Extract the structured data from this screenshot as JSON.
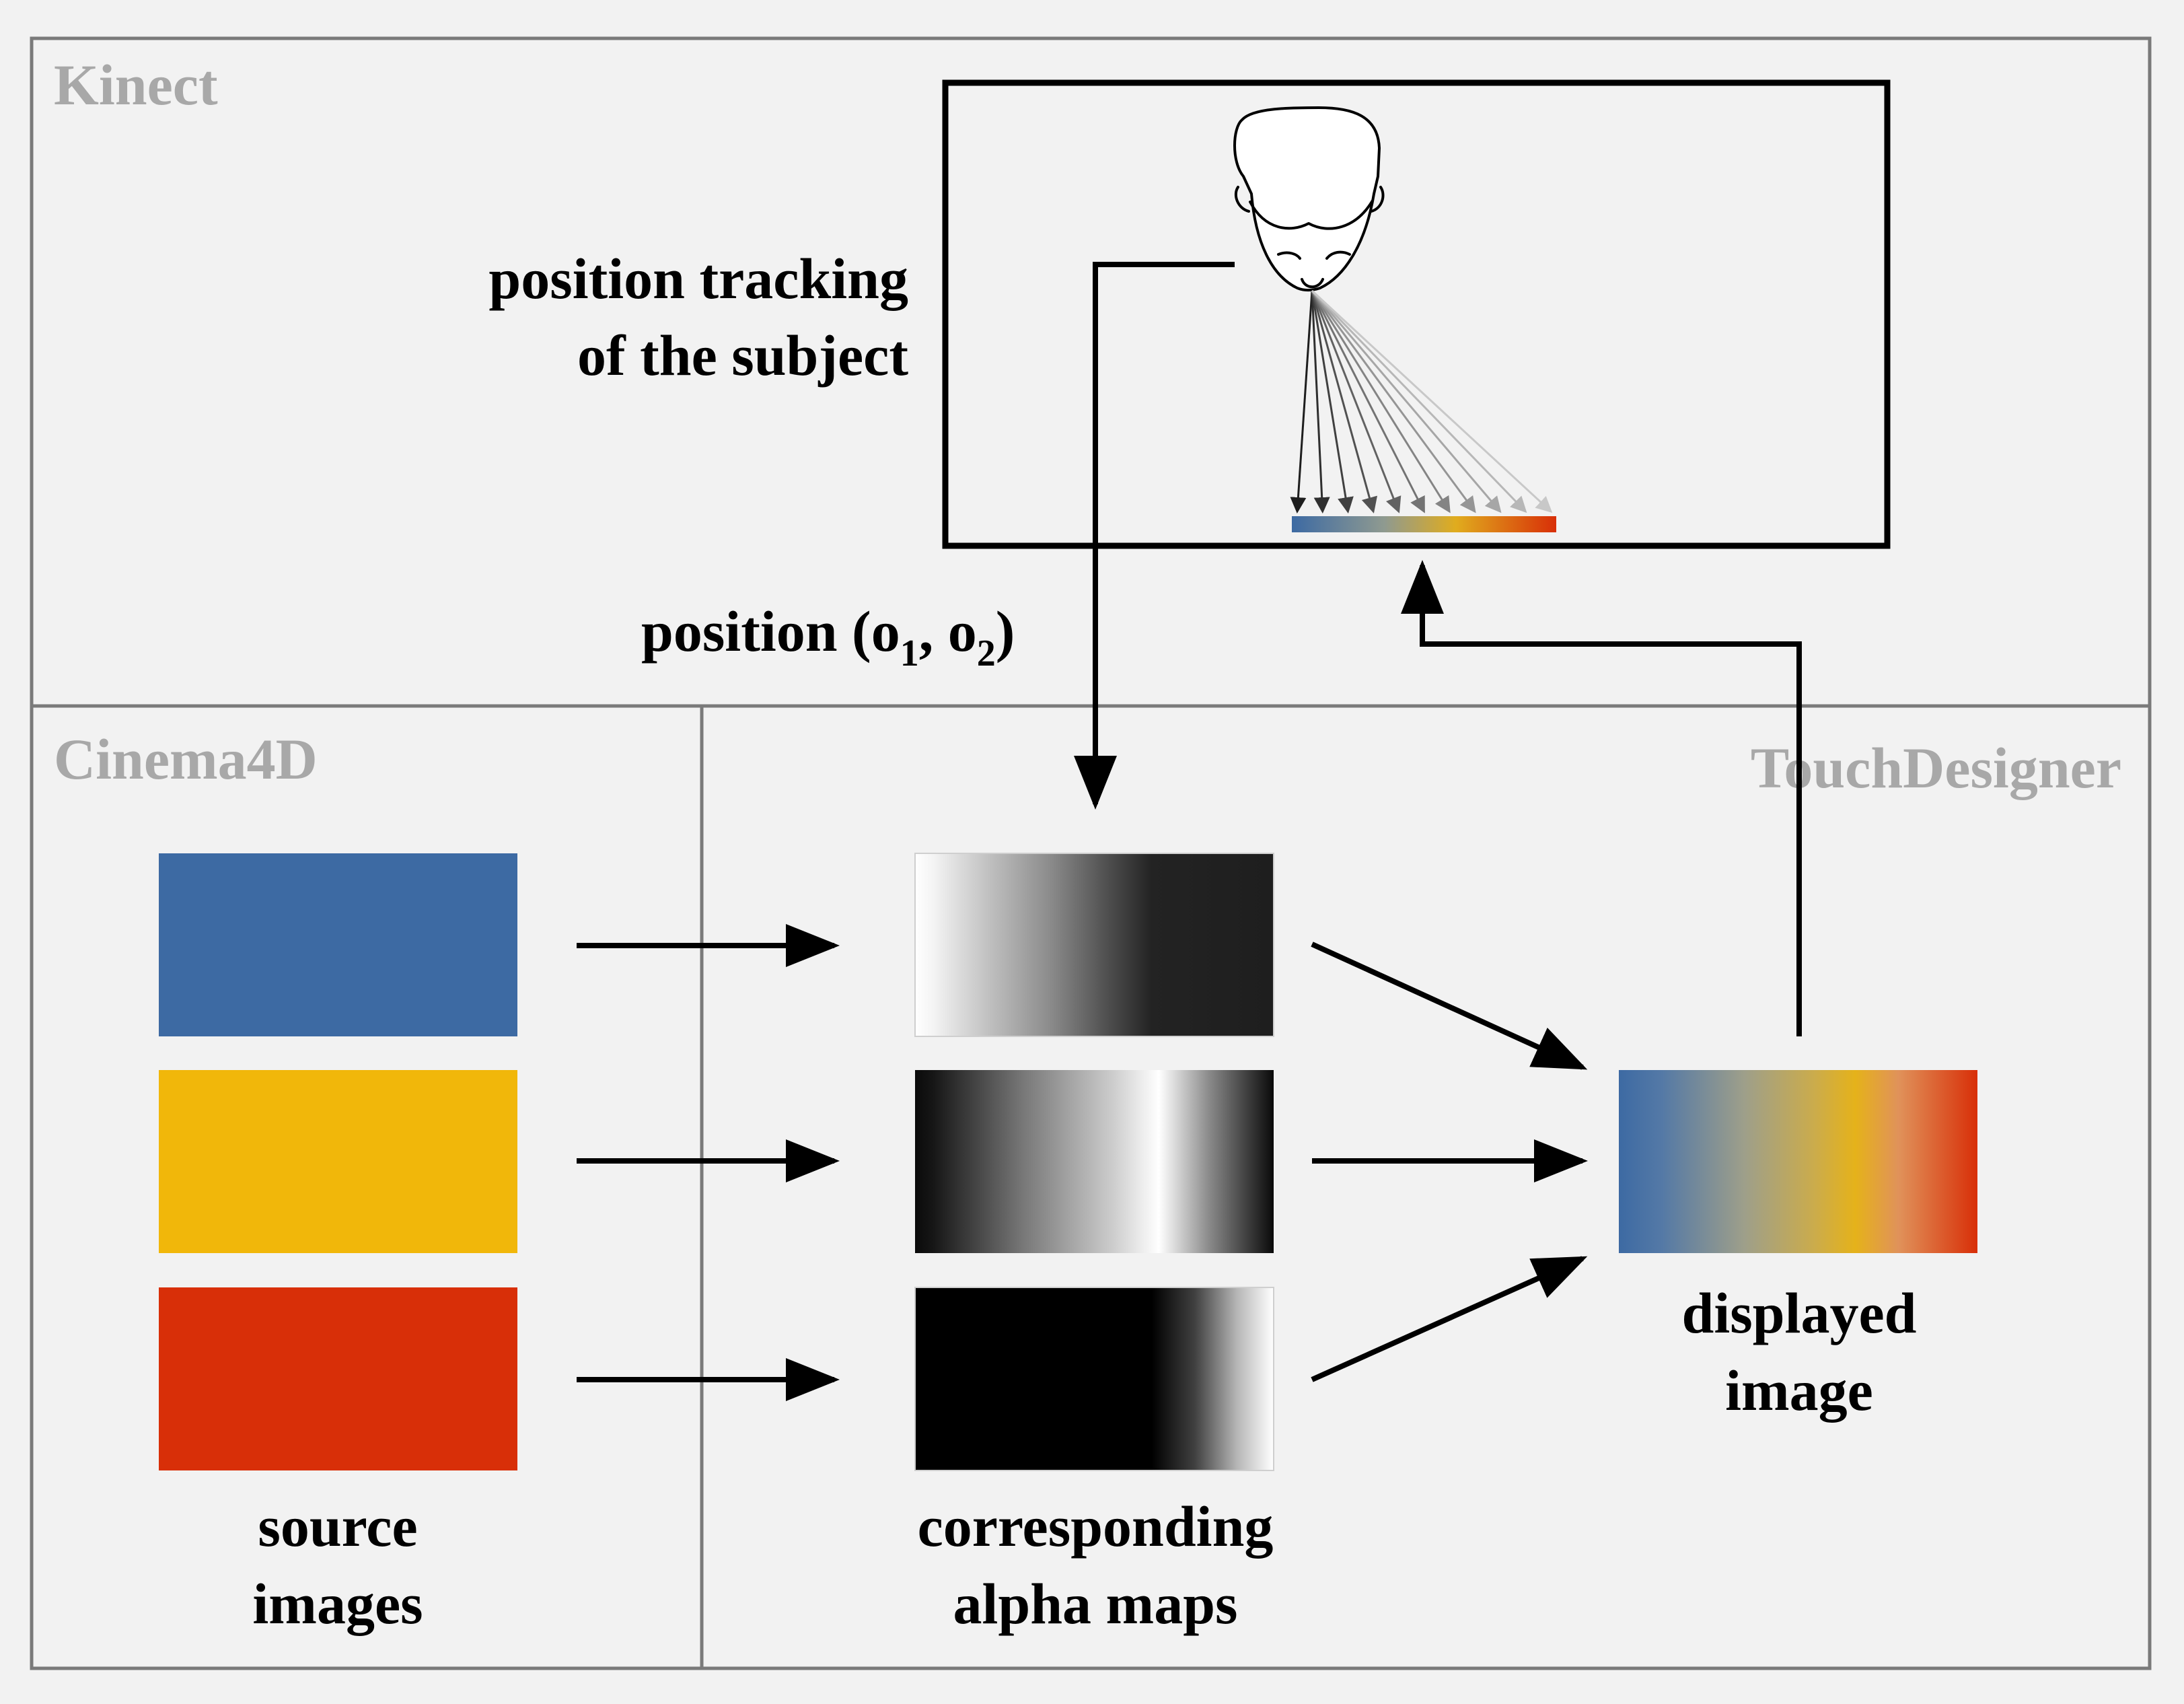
{
  "sections": {
    "kinect": "Kinect",
    "cinema4d": "Cinema4D",
    "touchdesigner": "TouchDesigner"
  },
  "labels": {
    "tracking_line1": "position tracking",
    "tracking_line2": "of the subject",
    "position_prefix": "position (o",
    "position_sub1": "1",
    "position_mid": ", o",
    "position_sub2": "2",
    "position_suffix": ")",
    "source_line1": "source",
    "source_line2": "images",
    "alpha_line1": "corresponding",
    "alpha_line2": "alpha maps",
    "displayed_line1": "displayed",
    "displayed_line2": "image"
  },
  "colors": {
    "blue": "#3d6aa3",
    "yellow": "#f1b70a",
    "red": "#d82f08",
    "background": "#f2f2f2",
    "section_label": "#a8a8a8",
    "frame": "#7a7a7a"
  },
  "source_images": [
    {
      "name": "blue",
      "color": "#3d6aa3"
    },
    {
      "name": "yellow",
      "color": "#f1b70a"
    },
    {
      "name": "red",
      "color": "#d82f08"
    }
  ],
  "icons": {
    "subject": "head-top-view-icon"
  }
}
